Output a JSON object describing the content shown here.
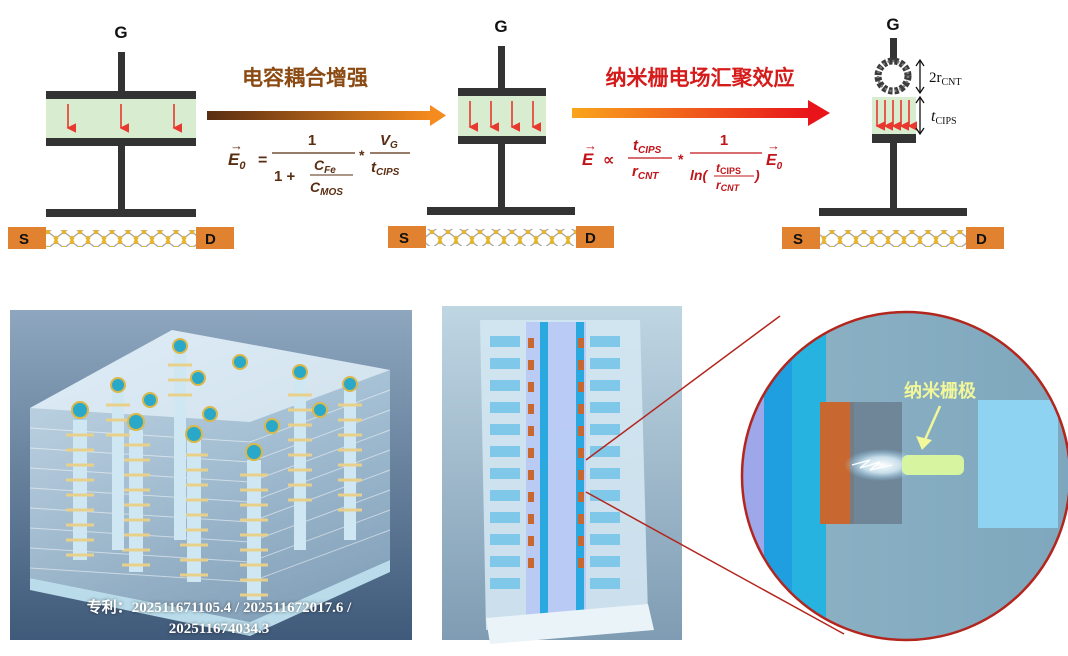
{
  "top_panel": {
    "stage1": {
      "gate_label": "G",
      "source_label": "S",
      "drain_label": "D"
    },
    "arrow1": {
      "title": "电容耦合增强",
      "formula": {
        "lhs": "E",
        "lhs_sub": "0",
        "num": "1",
        "den_a": "1 + ",
        "den_frac_num": "C",
        "den_frac_num_sub": "Fe",
        "den_frac_den": "C",
        "den_frac_den_sub": "MOS",
        "times": "*",
        "v": "V",
        "v_sub": "G",
        "t": "t",
        "t_sub": "CIPS"
      }
    },
    "stage2": {
      "gate_label": "G",
      "source_label": "S",
      "drain_label": "D"
    },
    "arrow2": {
      "title": "纳米栅电场汇聚效应",
      "formula": {
        "lhs": "E",
        "prop": "∝",
        "t": "t",
        "t_sub": "CIPS",
        "r": "r",
        "r_sub": "CNT",
        "times": "*",
        "one": "1",
        "ln": "ln(",
        "close": ")",
        "e0": "E",
        "e0_sub": "0"
      }
    },
    "stage3": {
      "gate_label": "G",
      "source_label": "S",
      "drain_label": "D",
      "cnt_label": "2r",
      "cnt_sub": "CNT",
      "cips_label": "t",
      "cips_sub": "CIPS"
    },
    "colors": {
      "ferro_layer": "#d8eccf",
      "field_arrow": "#e8382f",
      "electrode": "#333333",
      "contact": "#e0822f",
      "arrow1_end": "#f58a1e",
      "arrow2_end": "#e8141a",
      "formula1": "#5a2e12",
      "formula2": "#c0141a"
    }
  },
  "bottom_panel": {
    "left_image": {
      "patent_line1": "专利：202511671105.4 / 202511672017.6 /",
      "patent_line2": "202511674034.3"
    },
    "right_image": {
      "callout_label": "纳米栅极"
    }
  }
}
